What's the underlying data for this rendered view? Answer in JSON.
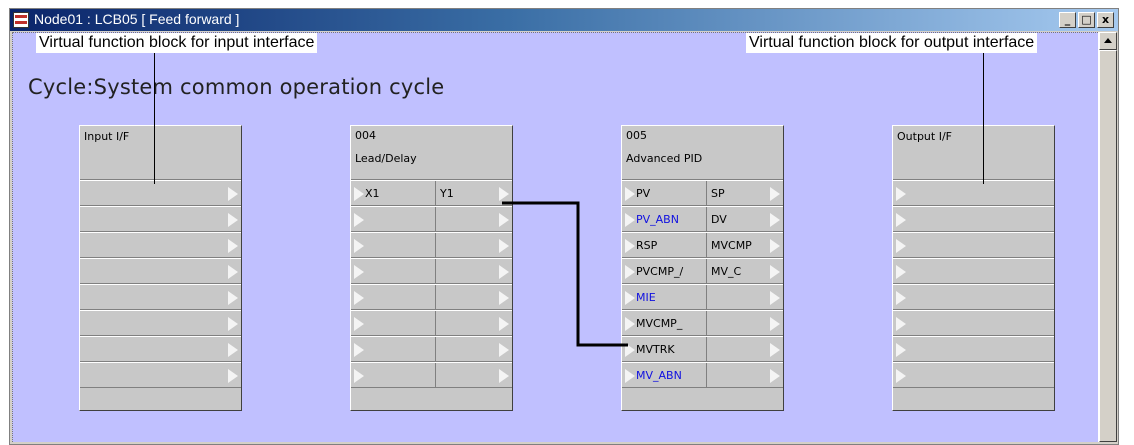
{
  "window": {
    "title": "Node01 : LCB05  [ Feed forward ]",
    "minimize": "_",
    "maximize": "□",
    "close": "x"
  },
  "canvas": {
    "cycle_label": "Cycle:System common operation cycle"
  },
  "callouts": {
    "input": "Virtual function block for input interface",
    "output": "Virtual function block for output interface"
  },
  "blocks": {
    "input_if": {
      "title": "Input I/F"
    },
    "lead_delay": {
      "number": "004",
      "name": "Lead/Delay",
      "pins": [
        [
          "X1",
          "Y1"
        ],
        [
          "",
          ""
        ],
        [
          "",
          ""
        ],
        [
          "",
          ""
        ],
        [
          "",
          ""
        ],
        [
          "",
          ""
        ],
        [
          "",
          ""
        ],
        [
          "",
          ""
        ]
      ]
    },
    "pid": {
      "number": "005",
      "name": "Advanced PID",
      "pins": [
        {
          "in": "PV",
          "out": "SP",
          "blue": false
        },
        {
          "in": "PV_ABN",
          "out": "DV",
          "blue": true
        },
        {
          "in": "RSP",
          "out": "MVCMP",
          "blue": false
        },
        {
          "in": "PVCMP_/",
          "out": "MV_C",
          "blue": false
        },
        {
          "in": "MIE",
          "out": "",
          "blue": true
        },
        {
          "in": "MVCMP_",
          "out": "",
          "blue": false
        },
        {
          "in": "MVTRK",
          "out": "",
          "blue": false
        },
        {
          "in": "MV_ABN",
          "out": "",
          "blue": true
        }
      ]
    },
    "output_if": {
      "title": "Output I/F"
    }
  },
  "colors": {
    "canvas": "#c0c0ff",
    "block": "#c8c8c8",
    "blue_pin": "#1010e0",
    "wire": "#000000"
  }
}
